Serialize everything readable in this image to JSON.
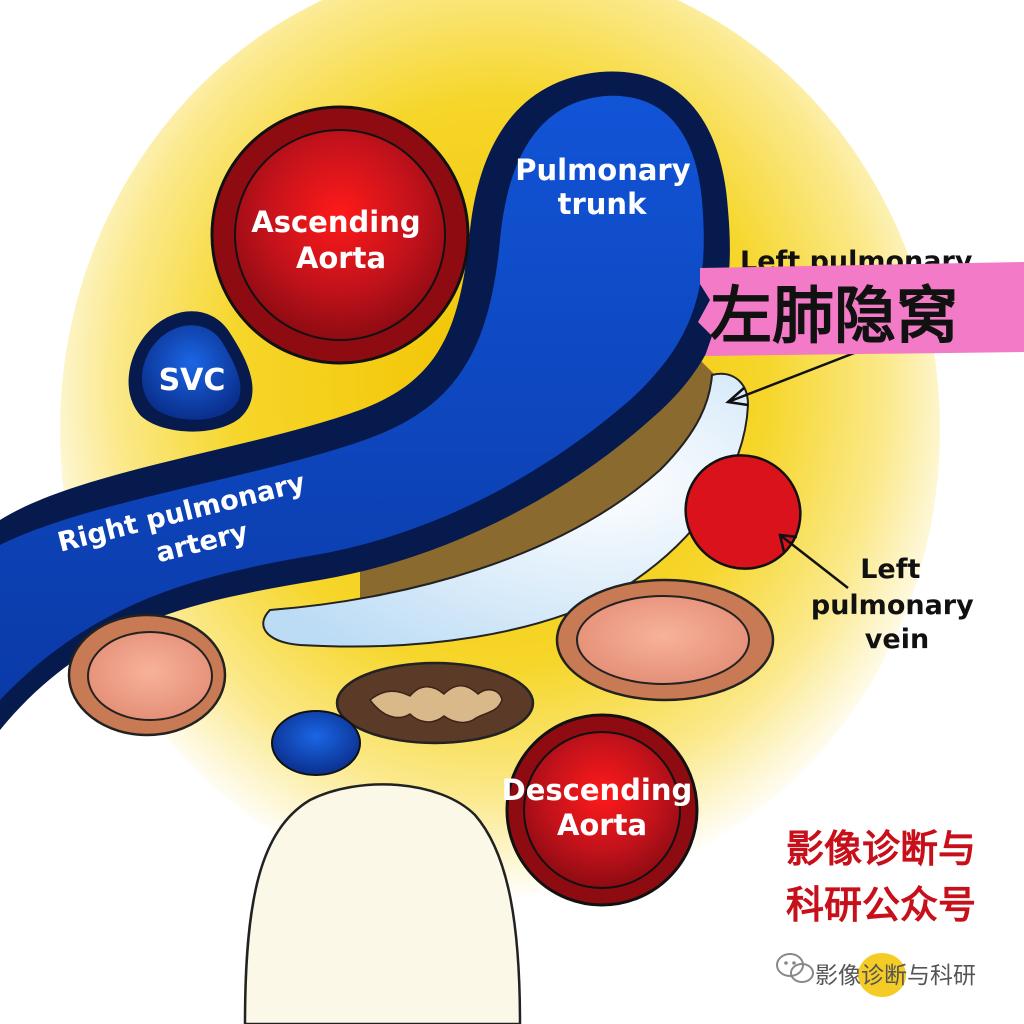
{
  "labels": {
    "pulmonary_trunk": [
      "Pulmonary",
      "trunk"
    ],
    "ascending_aorta": [
      "Ascending",
      "Aorta"
    ],
    "svc": "SVC",
    "right_pulmonary_artery": [
      "Right pulmonary",
      "artery"
    ],
    "left_pulmonary_artery_partial": "Left pulmonary",
    "left_pulmonary_vein": [
      "Left",
      "pulmonary",
      "vein"
    ],
    "descending_aorta": [
      "Descending",
      "Aorta"
    ]
  },
  "callout": {
    "title": "左肺隐窝",
    "color": "#f27ac6"
  },
  "watermark": {
    "line1": "影像诊断与",
    "line2": "科研公众号",
    "footer": "影像诊断与科研"
  },
  "colors": {
    "artery_red": "#b3131b",
    "vein_blue": "#0b3aa8",
    "dark_navy": "#061a4d",
    "fat_yellow": "#f5d21c",
    "recess_light": "#d9ecfb"
  }
}
